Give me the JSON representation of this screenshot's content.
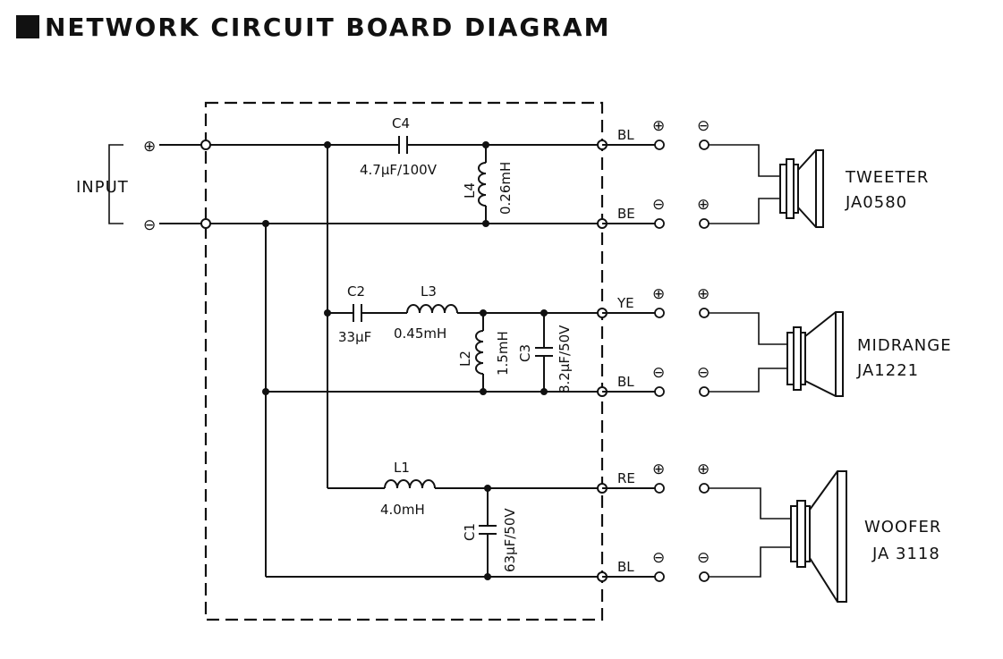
{
  "header": {
    "title": "NETWORK CIRCUIT BOARD DIAGRAM"
  },
  "input": {
    "label": "INPUT",
    "plus": "⊕",
    "minus": "⊖"
  },
  "components": {
    "c4": {
      "name": "C4",
      "value": "4.7μF/100V"
    },
    "l4": {
      "name": "L4",
      "value": "0.26mH"
    },
    "c2": {
      "name": "C2",
      "value": "33μF"
    },
    "l3": {
      "name": "L3",
      "value": "0.45mH"
    },
    "l2": {
      "name": "L2",
      "value": "1.5mH"
    },
    "c3": {
      "name": "C3",
      "value": "8.2μF/50V"
    },
    "l1": {
      "name": "L1",
      "value": "4.0mH"
    },
    "c1": {
      "name": "C1",
      "value": "63μF/50V"
    }
  },
  "terminals": {
    "t1": {
      "wire": "BL",
      "board_sign": "⊕",
      "speaker_sign": "⊖"
    },
    "t2": {
      "wire": "BE",
      "board_sign": "⊖",
      "speaker_sign": "⊕"
    },
    "t3": {
      "wire": "YE",
      "board_sign": "⊕",
      "speaker_sign": "⊕"
    },
    "t4": {
      "wire": "BL",
      "board_sign": "⊖",
      "speaker_sign": "⊖"
    },
    "t5": {
      "wire": "RE",
      "board_sign": "⊕",
      "speaker_sign": "⊕"
    },
    "t6": {
      "wire": "BL",
      "board_sign": "⊖",
      "speaker_sign": "⊖"
    }
  },
  "speakers": {
    "tweeter": {
      "name": "TWEETER",
      "model": "JA0580"
    },
    "midrange": {
      "name": "MIDRANGE",
      "model": "JA1221"
    },
    "woofer": {
      "name": "WOOFER",
      "model": "JA 3118"
    }
  }
}
